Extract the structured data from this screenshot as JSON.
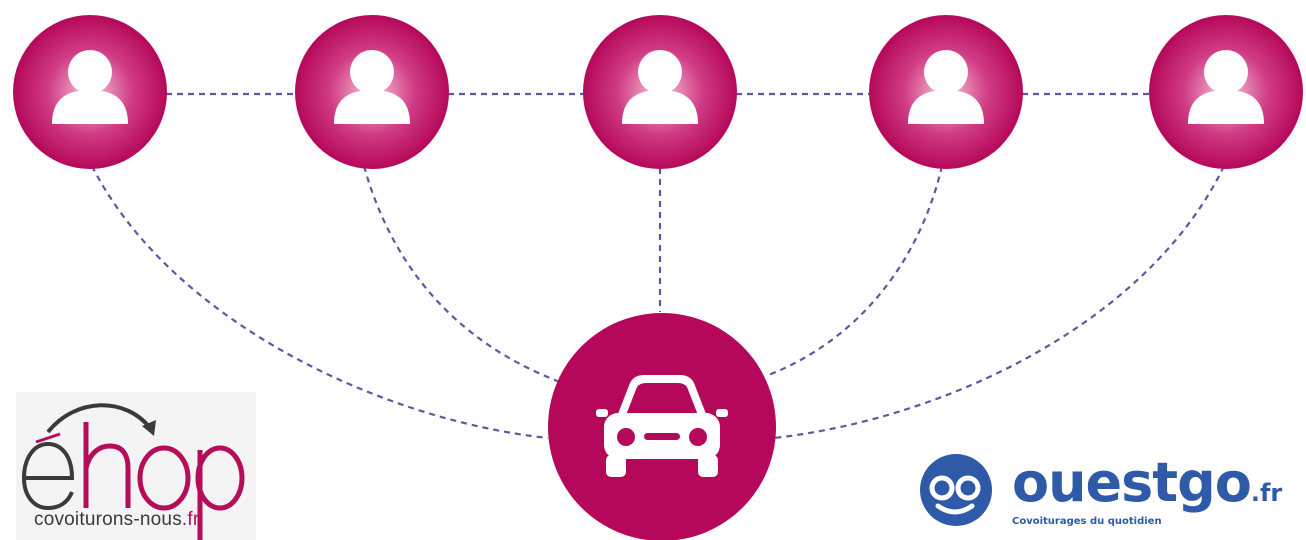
{
  "diagram": {
    "nodes": [
      {
        "id": "person-1",
        "type": "person",
        "icon": "person-icon"
      },
      {
        "id": "person-2",
        "type": "person",
        "icon": "person-icon"
      },
      {
        "id": "person-3",
        "type": "person",
        "icon": "person-icon"
      },
      {
        "id": "person-4",
        "type": "person",
        "icon": "person-icon"
      },
      {
        "id": "person-5",
        "type": "person",
        "icon": "person-icon"
      },
      {
        "id": "car",
        "type": "vehicle",
        "icon": "car-icon"
      }
    ],
    "edges": [
      [
        "person-1",
        "person-2"
      ],
      [
        "person-2",
        "person-3"
      ],
      [
        "person-3",
        "person-4"
      ],
      [
        "person-4",
        "person-5"
      ],
      [
        "person-1",
        "car"
      ],
      [
        "person-2",
        "car"
      ],
      [
        "person-3",
        "car"
      ],
      [
        "person-4",
        "car"
      ],
      [
        "person-5",
        "car"
      ]
    ],
    "colors": {
      "node": "#b5085a",
      "node_highlight": "#f7c7da",
      "connector": "#5b5aa0",
      "icon": "#ffffff"
    }
  },
  "logos": {
    "ehop": {
      "wordmark": "ehop",
      "tagline": "covoiturons-nous",
      "tld": ".fr",
      "colors": {
        "dark": "#3a3a3a",
        "accent": "#b50d5a"
      }
    },
    "ouestgo": {
      "wordmark": "ouestgo",
      "tld": ".fr",
      "tagline": "Covoiturages du quotidien",
      "colors": {
        "brand": "#2f5aa8"
      }
    }
  }
}
